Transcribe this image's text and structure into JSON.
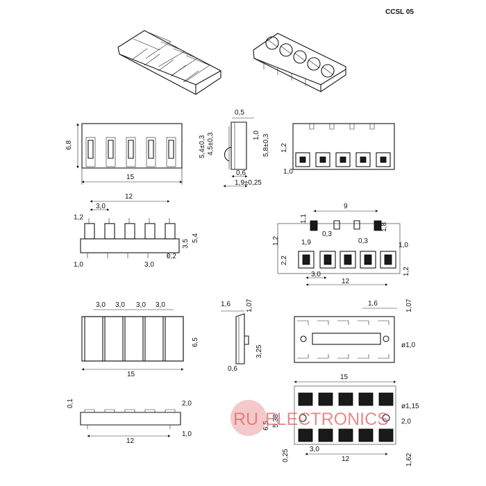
{
  "title": "CCSL 05",
  "watermark": {
    "left": "RU",
    "right": "ELECTRONICS",
    "color": "#e06464"
  },
  "dims": {
    "front": {
      "height": "6,8",
      "width": "15"
    },
    "side": {
      "top": "0,5",
      "left1": "5,4±0,3",
      "left2": "4,5±0,3",
      "right1": "1,0",
      "right2": "5,8±0,3",
      "bottom1": "0,6",
      "bottom2": "1,9±0,25"
    },
    "back": {
      "height": "1,2",
      "offset": "1,0"
    },
    "detail": {
      "span": "12",
      "pitch": "3,0",
      "pin": "1,2",
      "h1": "5,4",
      "h2": "3,5",
      "base": "1,0",
      "pitch_b": "3,0",
      "gap": "0,2"
    },
    "pads": {
      "span": "9",
      "pad_h": "1,1",
      "gap1": "0,3",
      "gap2": "0,3",
      "pad_w": "1,8",
      "row_h": "1,2",
      "pad2": "1,9",
      "pad3": "1,0",
      "pad_sq": "2,2",
      "pitch": "3,0",
      "span2": "12",
      "bot": "1,2"
    },
    "top": {
      "p1": "3,0",
      "p2": "3,0",
      "p3": "3,0",
      "p4": "3,0",
      "height": "6,5",
      "width": "15"
    },
    "sideb": {
      "w": "1,6",
      "t": "1,07",
      "h": "3,25",
      "b": "0,6"
    },
    "bottom": {
      "w": "1,6",
      "t": "1,07",
      "hole": "ø1,0"
    },
    "low": {
      "t": "0,1",
      "r": "2,0",
      "b": "1,0",
      "span": "12"
    },
    "footprint": {
      "width": "15",
      "h1": "5,38",
      "h2": "6,5",
      "hole": "ø1,15",
      "r": "2,0",
      "b1": "0,25",
      "pitch": "3,0",
      "span": "12",
      "r2": "1,62"
    }
  }
}
